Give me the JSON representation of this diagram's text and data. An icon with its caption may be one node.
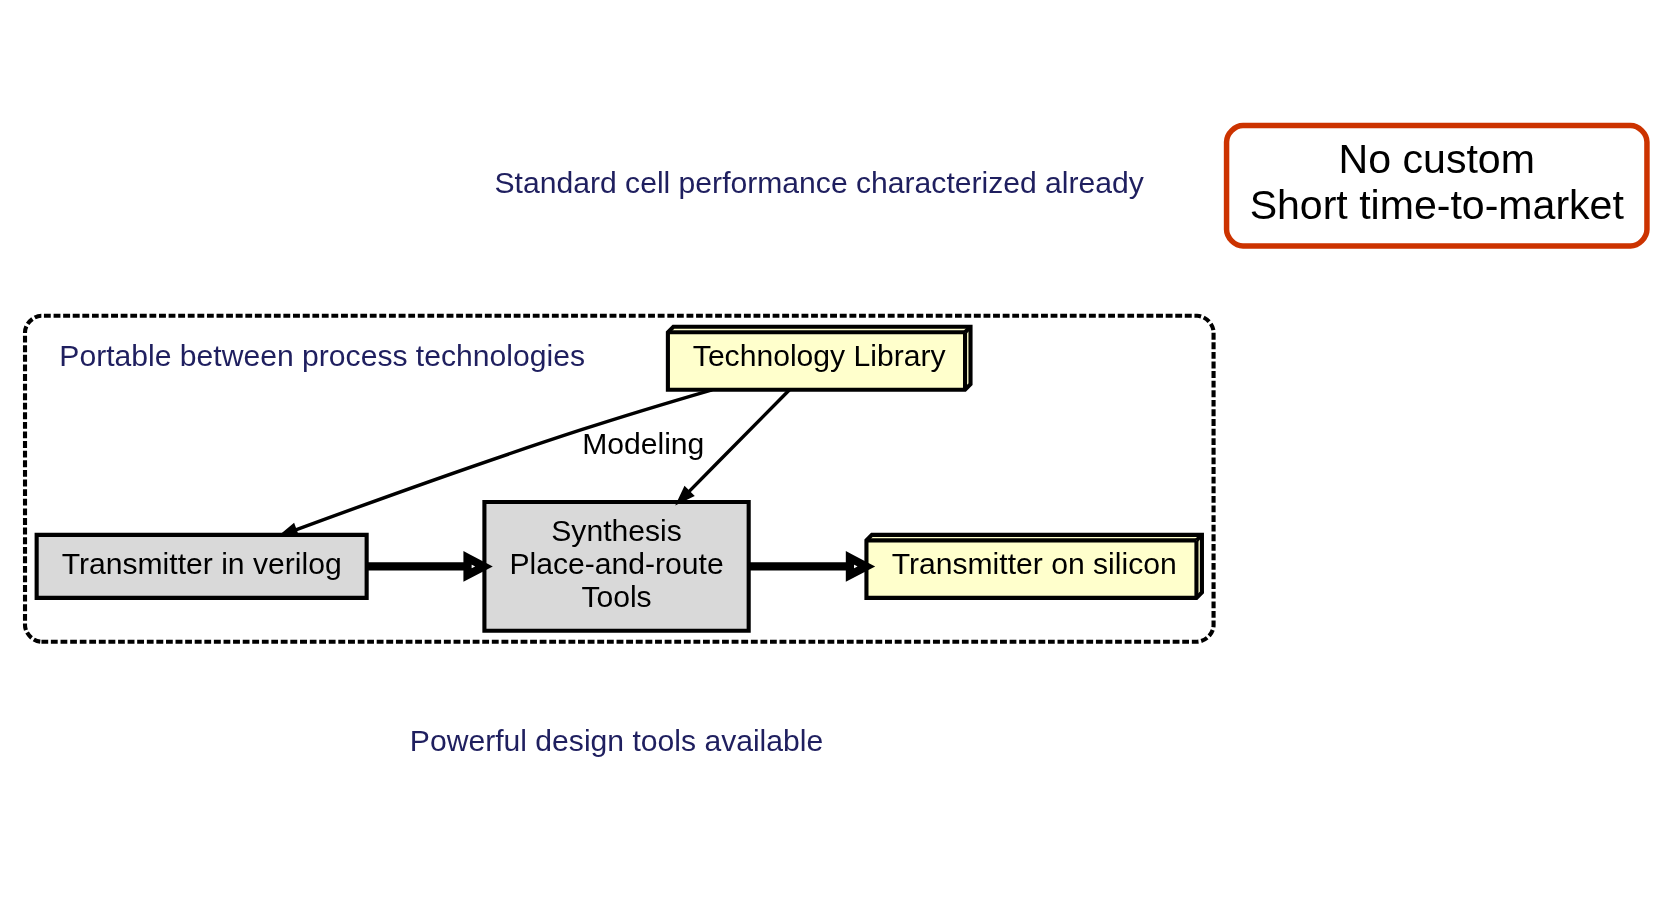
{
  "diagram": {
    "nodes": [
      {
        "text": [],
        "shape": "box"
      },
      {
        "text": [
          "Technology Library"
        ],
        "in": 0
      },
      {
        "text": [
          "Transmitter in verilog"
        ],
        "in": 0
      },
      {
        "text": [
          "Synthesis",
          "Place-and-route",
          "Tools"
        ],
        "in": 0
      },
      {
        "text": [
          "Transmitter on silicon"
        ],
        "in": 0
      },
      {
        "text": [
          "No custom",
          "Short time-to-market"
        ]
      }
    ],
    "edges": [
      {
        "from": 1,
        "to": 2,
        "arrow": "to",
        "label": "Modeling"
      },
      {
        "from": 1,
        "to": 3,
        "arrow": "to"
      },
      {
        "from": 2,
        "to": 3,
        "arrow": "to",
        "style": "thick"
      },
      {
        "from": 3,
        "to": 4,
        "arrow": "to",
        "style": "thick"
      }
    ],
    "labels": [
      "Standard cell performance characterized already",
      "Portable between process technologies",
      "Powerful design tools available"
    ]
  }
}
